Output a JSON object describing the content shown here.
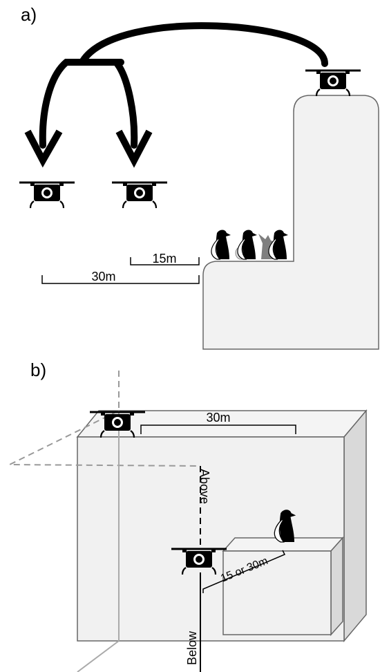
{
  "panel_a": {
    "label": "a)",
    "distance_short": "15m",
    "distance_long": "30m"
  },
  "panel_b": {
    "label": "b)",
    "distance_top": "30m",
    "label_above": "Above",
    "label_below": "Below",
    "label_offset": "15 or 30m"
  },
  "icons": [
    "drone-icon",
    "seabird-icon"
  ],
  "colors": {
    "cliff_fill": "#f2f2f2",
    "cliff_side": "#dadada",
    "outline": "#666666",
    "bird_black": "#000000",
    "bird_grey": "#7f7f7f",
    "dashed": "#999999"
  }
}
